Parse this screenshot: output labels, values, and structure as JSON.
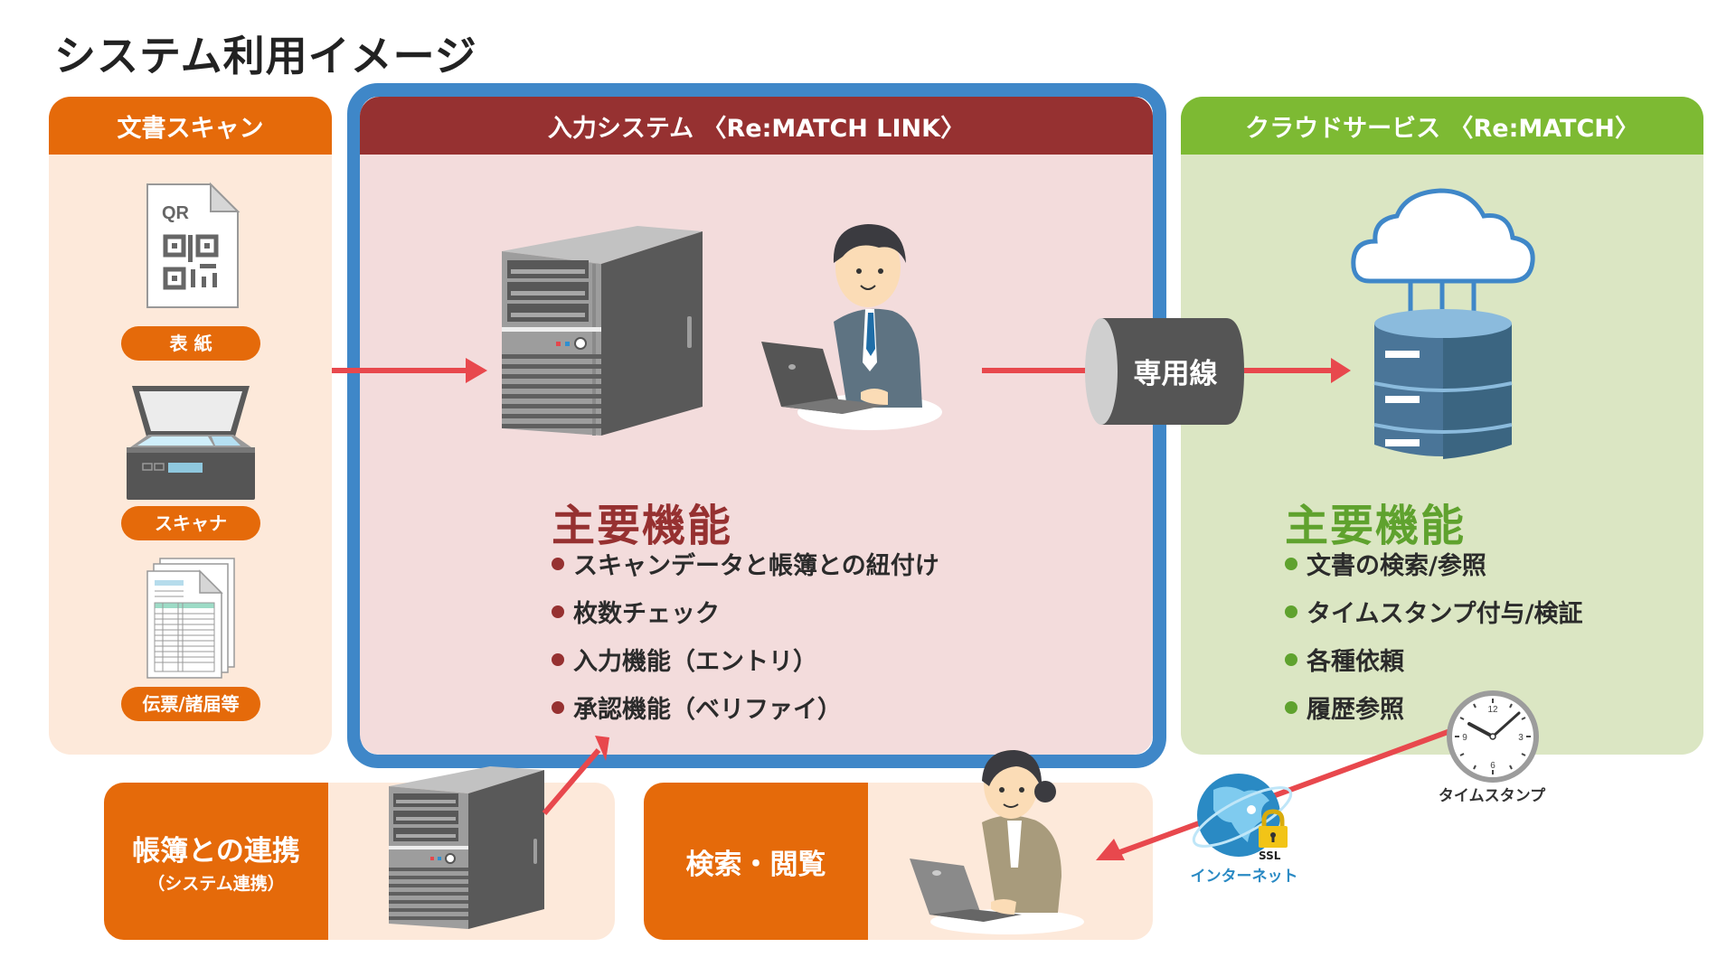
{
  "title": "システム利用イメージ",
  "panels": {
    "scan": {
      "header": "文書スキャン",
      "items": [
        {
          "label": "表 紙",
          "icon": "qr-document-icon",
          "icon_text": "QR"
        },
        {
          "label": "スキャナ",
          "icon": "scanner-icon"
        },
        {
          "label": "伝票/諸届等",
          "icon": "forms-stack-icon"
        }
      ]
    },
    "input_system": {
      "header": "入力システム 〈Re:MATCH LINK〉",
      "features_title": "主要機能",
      "features": [
        "スキャンデータと帳簿との紐付け",
        "枚数チェック",
        "入力機能（エントリ）",
        "承認機能（ベリファイ）"
      ]
    },
    "cloud": {
      "header": "クラウドサービス 〈Re:MATCH〉",
      "features_title": "主要機能",
      "features": [
        "文書の検索/参照",
        "タイムスタンプ付与/検証",
        "各種依頼",
        "履歴参照"
      ]
    }
  },
  "connector": {
    "label": "専用線"
  },
  "bottom": {
    "ledger": {
      "title": "帳簿との連携",
      "subtitle": "（システム連携）"
    },
    "search": {
      "title": "検索・閲覧"
    }
  },
  "internet": {
    "label": "インターネット",
    "badge": "SSL"
  },
  "timestamp": {
    "label": "タイムスタンプ",
    "clock_numbers": [
      "12",
      "3",
      "6",
      "9"
    ]
  },
  "colors": {
    "orange": "#e56a0a",
    "maroon": "#963131",
    "green": "#7dba33",
    "blue_frame": "#3f87c8",
    "arrow": "#e8484d"
  }
}
